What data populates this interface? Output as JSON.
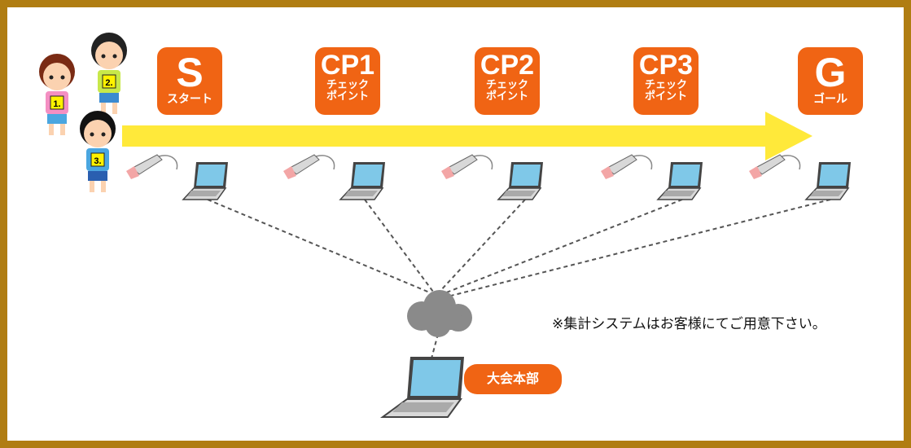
{
  "stations": [
    {
      "id": "s",
      "title": "S",
      "subtitle": [
        "スタート"
      ]
    },
    {
      "id": "cp1",
      "title": "CP1",
      "subtitle": [
        "チェック",
        "ポイント"
      ]
    },
    {
      "id": "cp2",
      "title": "CP2",
      "subtitle": [
        "チェック",
        "ポイント"
      ]
    },
    {
      "id": "cp3",
      "title": "CP3",
      "subtitle": [
        "チェック",
        "ポイント"
      ]
    },
    {
      "id": "g",
      "title": "G",
      "subtitle": [
        "ゴール"
      ]
    }
  ],
  "runners": [
    {
      "bib": "1."
    },
    {
      "bib": "2."
    },
    {
      "bib": "3."
    }
  ],
  "headquarters": {
    "label": "大会本部"
  },
  "note": "※集計システムはお客様にてご用意下さい。",
  "colors": {
    "frame": "#b07d12",
    "badge": "#f06414",
    "arrow": "#ffe93a",
    "laptop_screen": "#7fc8e8",
    "cloud": "#888888"
  },
  "icons": [
    "barcode-scanner-icon",
    "laptop-icon",
    "cloud-icon",
    "runner-icon"
  ]
}
